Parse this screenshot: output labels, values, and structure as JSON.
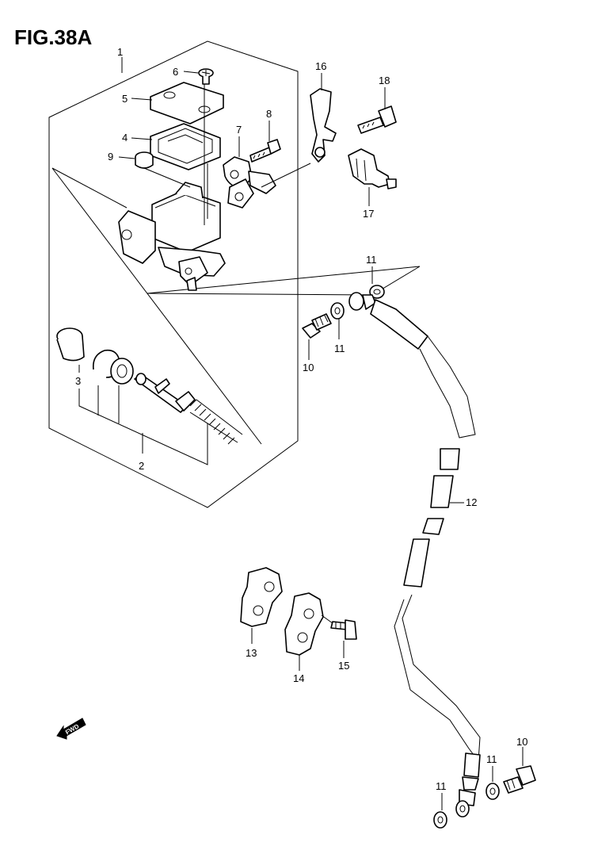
{
  "figure": {
    "title": "FIG.38A"
  },
  "callouts": {
    "c1": "1",
    "c2": "2",
    "c3": "3",
    "c4": "4",
    "c5": "5",
    "c6": "6",
    "c7": "7",
    "c8": "8",
    "c9": "9",
    "c10a": "10",
    "c10b": "10",
    "c11a": "11",
    "c11b": "11",
    "c11c": "11",
    "c11d": "11",
    "c12": "12",
    "c13": "13",
    "c14": "14",
    "c15": "15",
    "c16": "16",
    "c17": "17",
    "c18": "18"
  },
  "direction_badge": {
    "label": "FWD"
  }
}
